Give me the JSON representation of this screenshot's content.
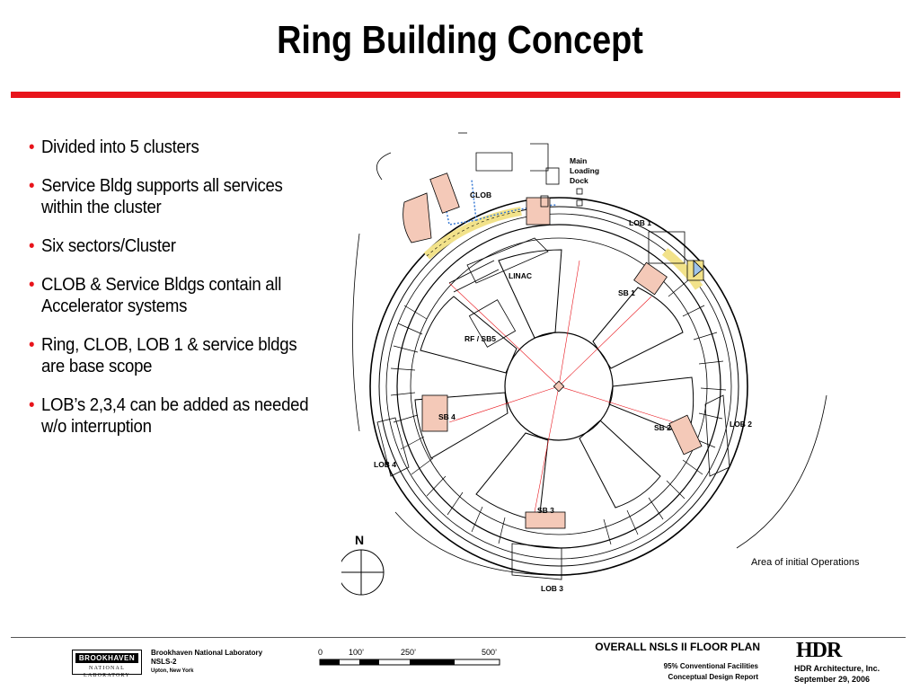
{
  "slide": {
    "title": "Ring Building Concept",
    "bullets": [
      "Divided into 5 clusters",
      "Service Bldg supports all services within the cluster",
      "Six sectors/Cluster",
      "CLOB & Service Bldgs contain all Accelerator systems",
      "Ring, CLOB,  LOB 1 & service bldgs are base scope",
      "LOB’s 2,3,4 can be added as needed w/o interruption"
    ],
    "bullet_char": "•",
    "accent_color": "#e8141b"
  },
  "plan": {
    "labels": {
      "clob": "CLOB",
      "main_loading_dock_1": "Main",
      "main_loading_dock_2": "Loading",
      "main_loading_dock_3": "Dock",
      "lob1": "LOB 1",
      "linac": "LINAC",
      "sb1": "SB 1",
      "rf_sb5": "RF / SB5",
      "sb4": "SB 4",
      "sb2": "SB 2",
      "lob2": "LOB 2",
      "lob4": "LOB 4",
      "sb3": "SB 3",
      "lob3": "LOB 3",
      "north": "N"
    },
    "caption": "Area of initial Operations",
    "highlight_color": "#f4c9b8",
    "initial_ops_color": "#f2e28a"
  },
  "footer": {
    "logo_line1": "BROOKHAVEN",
    "logo_line2": "NATIONAL LABORATORY",
    "lab_name": "Brookhaven National Laboratory",
    "project": "NSLS-2",
    "location": "Upton, New York",
    "scale_ticks": [
      "0",
      "100’",
      "250’",
      "500’"
    ],
    "plan_title": "OVERALL NSLS II FLOOR PLAN",
    "plan_sub1": "95% Conventional Facilities",
    "plan_sub2": "Conceptual Design Report",
    "firm_logo": "HDR",
    "firm_name": "HDR Architecture, Inc.",
    "date": "September 29, 2006"
  }
}
